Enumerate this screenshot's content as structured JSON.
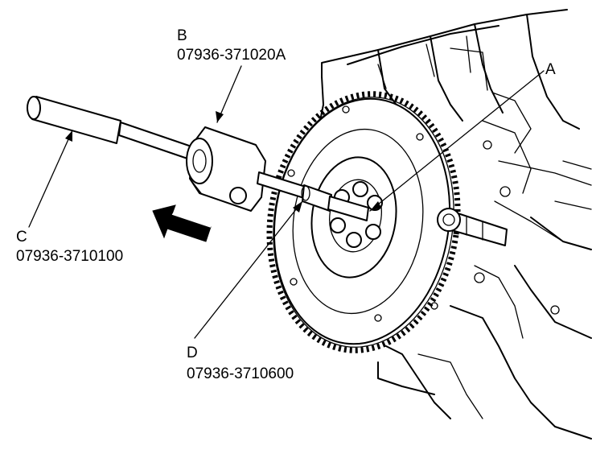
{
  "labels": {
    "a": {
      "letter": "A"
    },
    "b": {
      "letter": "B",
      "part_number": "07936-371020A"
    },
    "c": {
      "letter": "C",
      "part_number": "07936-3710100"
    },
    "d": {
      "letter": "D",
      "part_number": "07936-3710600"
    }
  }
}
